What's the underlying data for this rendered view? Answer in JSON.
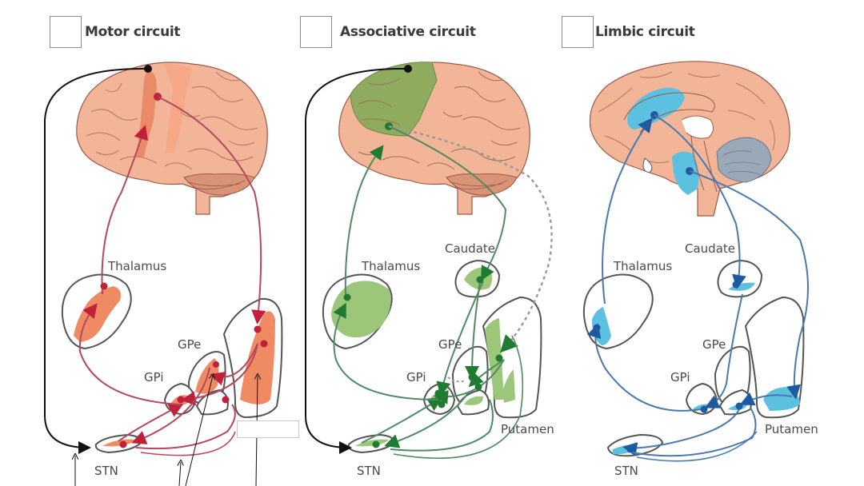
{
  "panels": [
    {
      "title": "Motor circuit",
      "labels": {
        "thalamus": "Thalamus",
        "gpe": "GPe",
        "gpi": "GPi",
        "stn": "STN"
      }
    },
    {
      "title": "Associative circuit",
      "labels": {
        "thalamus": "Thalamus",
        "caudate": "Caudate",
        "gpe": "GPe",
        "gpi": "GPi",
        "putamen": "Putamen",
        "stn": "STN"
      }
    },
    {
      "title": "Limbic circuit",
      "labels": {
        "thalamus": "Thalamus",
        "caudate": "Caudate",
        "gpe": "GPe",
        "gpi": "GPi",
        "putamen": "Putamen",
        "stn": "STN"
      }
    }
  ],
  "colors": {
    "motor": "#b5485d",
    "motor_fill": "#f08a62",
    "associative": "#4f8a62",
    "associative_fill": "#9cc77a",
    "limbic": "#4a78b0",
    "limbic_fill": "#5cc0e0",
    "brain": "#f3b598",
    "brain_line": "#9a5a48",
    "outline": "#555555"
  }
}
